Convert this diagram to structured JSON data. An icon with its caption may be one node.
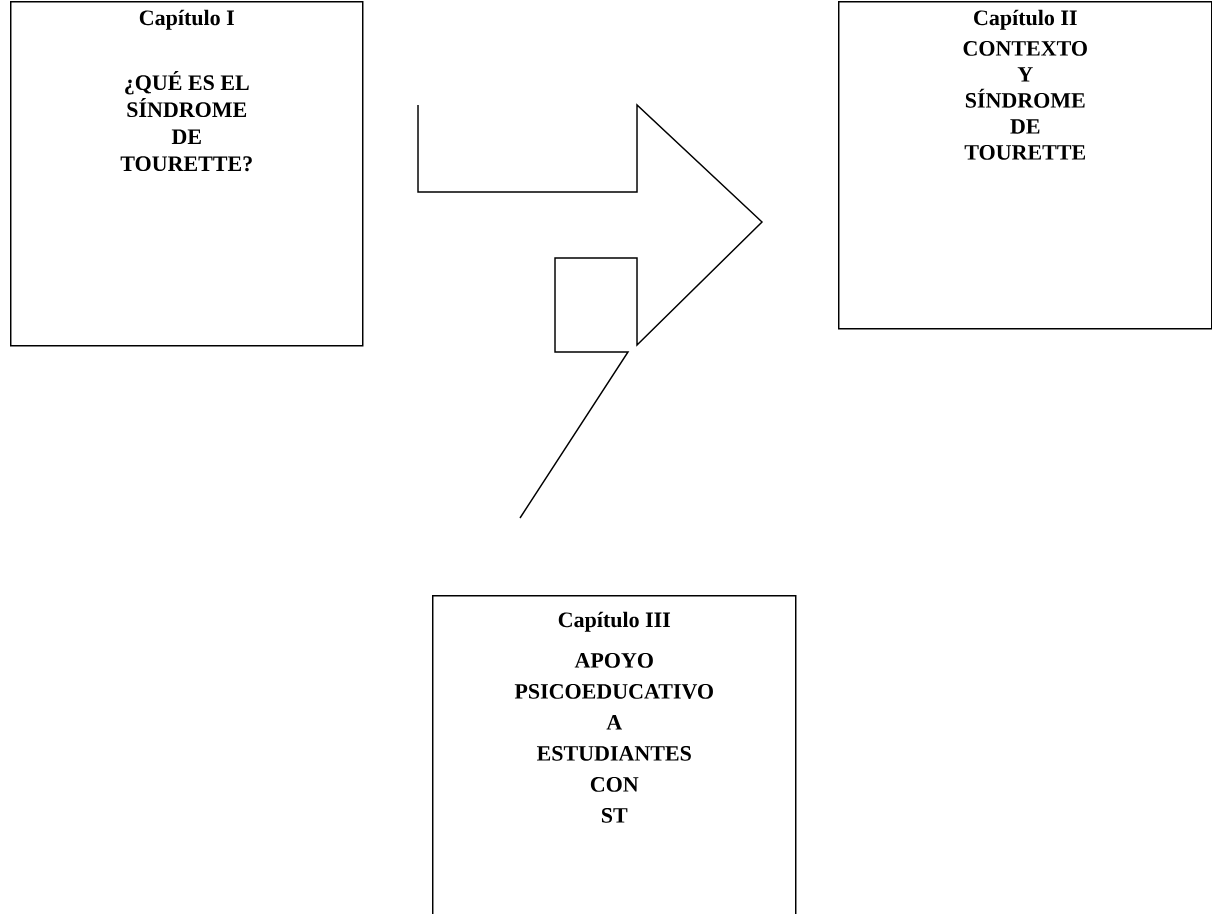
{
  "diagram": {
    "nodes": [
      {
        "text": [
          "Capítulo I",
          "¿QUÉ ES EL SÍNDROME DE TOURETTE?"
        ]
      },
      {
        "text": [
          "Capítulo II",
          "CONTEXTO Y SÍNDROME DE TOURETTE"
        ]
      },
      {
        "text": [],
        "shape": "arrow"
      },
      {
        "text": [
          "Capítulo III",
          "APOYO PSICOEDUCATIVO A ESTUDIANTES CON ST"
        ]
      }
    ]
  }
}
